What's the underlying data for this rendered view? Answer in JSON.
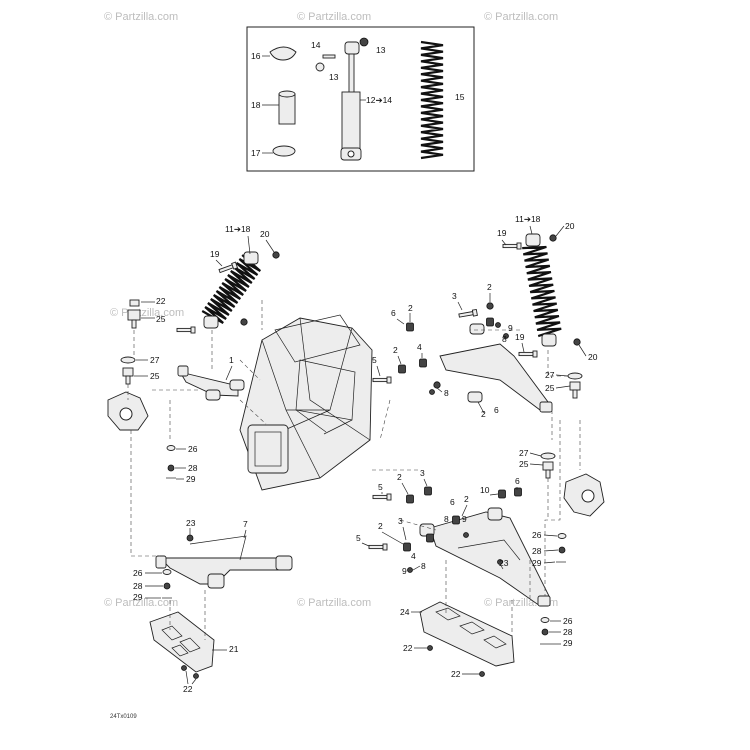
{
  "watermark": {
    "text": "© Partzilla.com"
  },
  "drawing_code": "24Tx0109",
  "inset": {
    "labels": {
      "l16": "16",
      "l14": "14",
      "l13a": "13",
      "l13b": "13",
      "l18": "18",
      "l1214": "12➔14",
      "l15": "15",
      "l17": "17"
    }
  },
  "callouts": {
    "left_top": {
      "c1118": "11➔18",
      "c20": "20",
      "c19": "19",
      "c22": "22",
      "c25a": "25",
      "c27": "27",
      "c25": "25",
      "c1": "1",
      "c26": "26",
      "c28": "28",
      "c29": "29"
    },
    "left_low": {
      "c23": "23",
      "c7": "7",
      "c26": "26",
      "c28": "28",
      "c29": "29",
      "c21": "21",
      "c22": "22"
    },
    "right_top": {
      "c1118": "11➔18",
      "c19": "19",
      "c20": "20",
      "c19b": "19",
      "c20b": "20",
      "c3": "3",
      "c2": "2",
      "c6": "6",
      "c9": "9",
      "c8": "8",
      "c5": "5",
      "c2b": "2",
      "c4": "4",
      "c8b": "8",
      "c27": "27",
      "c25": "25",
      "c2c": "2",
      "c6b": "6"
    },
    "right_low": {
      "c27": "27",
      "c25": "25",
      "c5": "5",
      "c2": "2",
      "c3": "3",
      "c10": "10",
      "c6": "6",
      "c2b": "2",
      "c6b": "6",
      "c9": "9",
      "c8": "8",
      "c5b": "5",
      "c2c": "2",
      "c3b": "3",
      "c4": "4",
      "c9b": "9",
      "c8b": "8",
      "c23": "23",
      "c26": "26",
      "c28": "28",
      "c29": "29",
      "c24": "24",
      "c26b": "26",
      "c28b": "28",
      "c29b": "29",
      "c22": "22",
      "c22b": "22"
    }
  }
}
